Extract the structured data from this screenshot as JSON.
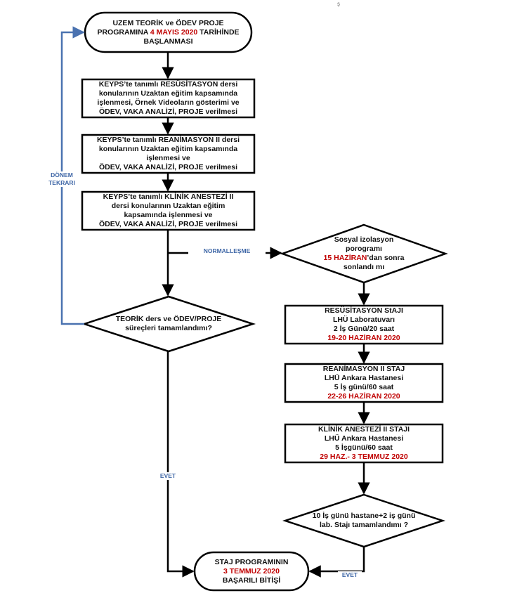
{
  "header_fragment": "ş",
  "start": {
    "line1": "UZEM TEORİK ve ÖDEV PROJE",
    "line2_a": "PROGRAMINA",
    "line2_date": "4 MAYIS 2020",
    "line2_b": "TARİHİNDE",
    "line3": "BAŞLANMASI"
  },
  "box_resusitasyon": [
    "KEYPS’te tanımlı RESÜSİTASYON dersi",
    "konularının Uzaktan eğitim kapsamında",
    "işlenmesi, Örnek Videoların gösterimi ve",
    "ÖDEV, VAKA ANALİZİ, PROJE verilmesi"
  ],
  "box_reanimasyon": [
    "KEYPS’te tanımlı REANİMASYON II dersi",
    "konularının Uzaktan eğitim kapsamında",
    "işlenmesi ve",
    "ÖDEV, VAKA ANALİZİ, PROJE verilmesi"
  ],
  "box_klinik": [
    "KEYPS’te tanımlı KLİNİK ANESTEZİ II",
    "dersi konularının Uzaktan eğitim",
    "kapsamında işlenmesi ve",
    "ÖDEV, VAKA ANALİZİ, PROJE verilmesi"
  ],
  "decision_teorik": [
    "TEORİK ders ve ÖDEV/PROJE",
    "süreçleri tamamlandımı?"
  ],
  "decision_sosyal": {
    "line1": "Sosyal izolasyon",
    "line2": "porogramı",
    "line3_date": "15 HAZİRAN",
    "line3_b": "’dan sonra",
    "line4": "sonlandı mı"
  },
  "staj_resusitasyon": {
    "title": "RESÜSİTASYON StAJI",
    "place": "LHÜ Laboratuvarı",
    "duration": "2 İş Günü/20 saat",
    "dates": "19-20 HAZİRAN 2020"
  },
  "staj_reanimasyon": {
    "title": "REANİMASYON II STAJ",
    "place": "LHÜ Ankara Hastanesi",
    "duration": "5 İş günü/60 saat",
    "dates": "22-26 HAZİRAN 2020"
  },
  "staj_klinik": {
    "title": "KLİNİK ANESTEZİ II STAJI",
    "place": "LHÜ Ankara Hastanesi",
    "duration": "5 İşgünü/60 saat",
    "dates": "29 HAZ.- 3 TEMMUZ 2020"
  },
  "decision_staj": [
    "10 İş günü hastane+2 iş günü",
    "lab. Stajı tamamlandımı ?"
  ],
  "end": {
    "line1": "STAJ PROGRAMININ",
    "line2_date": "3 TEMMUZ 2020",
    "line3": "BAŞARILI BİTİŞİ"
  },
  "labels": {
    "donem_tekrari_1": "DÖNEM",
    "donem_tekrari_2": "TEKRARI",
    "normallesme": "NORMALLEŞME",
    "evet_left": "EVET",
    "evet_right": "EVET"
  },
  "colors": {
    "text": "#111111",
    "date": "#c00000",
    "loop_line": "#4a72b0",
    "label": "#3e66a6"
  }
}
